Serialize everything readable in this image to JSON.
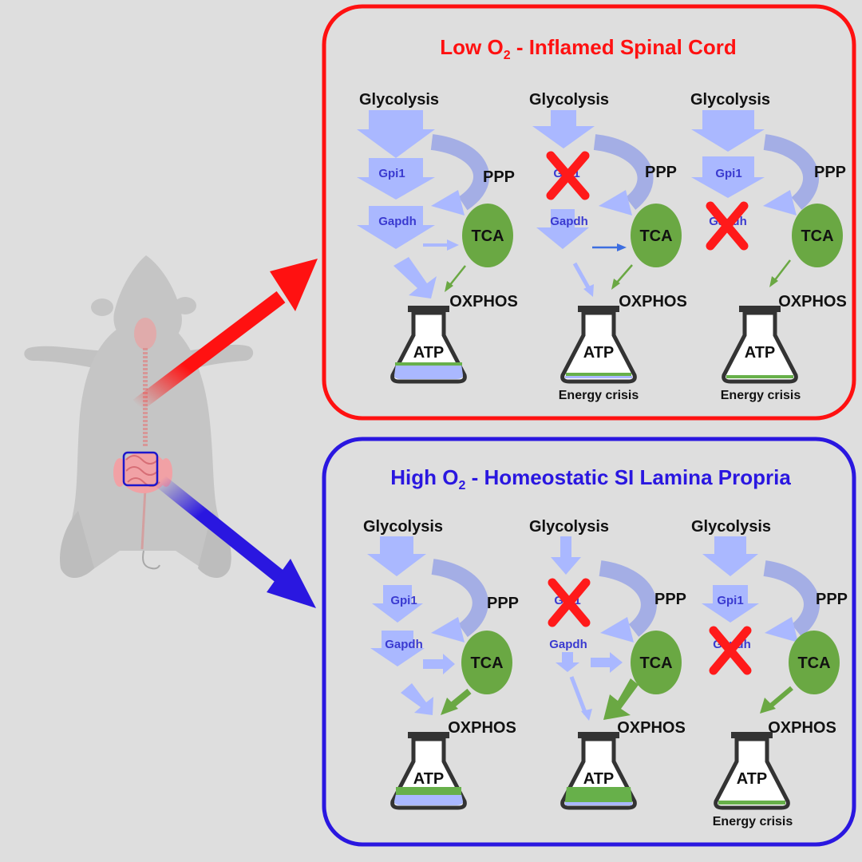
{
  "colors": {
    "background": "#dedede",
    "low_o2": "#ff1111",
    "high_o2": "#2a17e0",
    "pathway_arrow": "#aab8ff",
    "enzyme_text": "#3a3ad0",
    "tca_green": "#6aa843",
    "atp_green": "#67b04a",
    "atp_blue": "#aab8ff",
    "block_x": "#ff1a1a"
  },
  "low_o2_panel": {
    "title_prefix": "Low O",
    "title_sub": "2",
    "title_suffix": " - Inflamed Spinal Cord",
    "columns": [
      {
        "glycolysis": "Glycolysis",
        "gpi1": "Gpi1",
        "gapdh": "Gapdh",
        "ppp": "PPP",
        "tca": "TCA",
        "oxphos": "OXPHOS",
        "atp": "ATP",
        "note": ""
      },
      {
        "glycolysis": "Glycolysis",
        "gpi1": "Gpi1",
        "gapdh": "Gapdh",
        "ppp": "PPP",
        "tca": "TCA",
        "oxphos": "OXPHOS",
        "atp": "ATP",
        "note": "Energy crisis"
      },
      {
        "glycolysis": "Glycolysis",
        "gpi1": "Gpi1",
        "gapdh": "Gapdh",
        "ppp": "PPP",
        "tca": "TCA",
        "oxphos": "OXPHOS",
        "atp": "ATP",
        "note": "Energy crisis"
      }
    ]
  },
  "high_o2_panel": {
    "title_prefix": "High O",
    "title_sub": "2",
    "title_suffix": " - Homeostatic SI Lamina Propria",
    "columns": [
      {
        "glycolysis": "Glycolysis",
        "gpi1": "Gpi1",
        "gapdh": "Gapdh",
        "ppp": "PPP",
        "tca": "TCA",
        "oxphos": "OXPHOS",
        "atp": "ATP",
        "note": ""
      },
      {
        "glycolysis": "Glycolysis",
        "gpi1": "Gpi1",
        "gapdh": "Gapdh",
        "ppp": "PPP",
        "tca": "TCA",
        "oxphos": "OXPHOS",
        "atp": "ATP",
        "note": ""
      },
      {
        "glycolysis": "Glycolysis",
        "gpi1": "Gpi1",
        "gapdh": "Gapdh",
        "ppp": "PPP",
        "tca": "TCA",
        "oxphos": "OXPHOS",
        "atp": "ATP",
        "note": "Energy crisis"
      }
    ]
  }
}
